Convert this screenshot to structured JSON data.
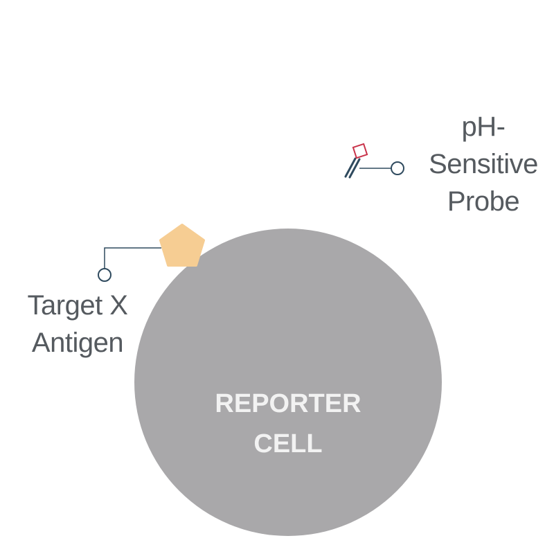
{
  "diagram": {
    "cell": {
      "line1": "REPORTER",
      "line2": "CELL",
      "fill_color": "#a9a8aa",
      "text_color": "#f2f2f2"
    },
    "antigen": {
      "line1": "Target X",
      "line2": "Antigen",
      "shape": "pentagon",
      "color": "#f6cd93"
    },
    "probe": {
      "line1": "pH-",
      "line2": "Sensitive",
      "line3": "Probe",
      "marker_color": "#c9334a",
      "stick_color": "#2f4a5e"
    },
    "label_color": "#555a5f",
    "connector_color": "#2f4a5e"
  }
}
